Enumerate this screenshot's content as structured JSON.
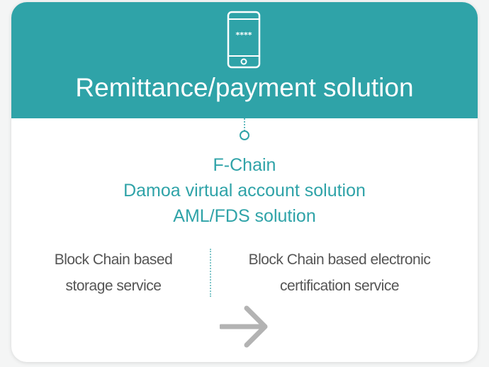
{
  "header": {
    "title": "Remittance/payment solution",
    "phone_screen_text": "****",
    "icon": "smartphone-icon",
    "background_color": "#2fa3a8"
  },
  "solutions": [
    "F-Chain",
    "Damoa virtual account solution",
    "AML/FDS solution"
  ],
  "services": {
    "left": [
      "Block Chain based",
      "storage service"
    ],
    "right": [
      "Block Chain based electronic",
      "certification service"
    ]
  },
  "colors": {
    "accent": "#2fa3a8",
    "service_text": "#555555",
    "arrow": "#b3b3b3"
  },
  "arrow_icon": "arrow-right-icon"
}
